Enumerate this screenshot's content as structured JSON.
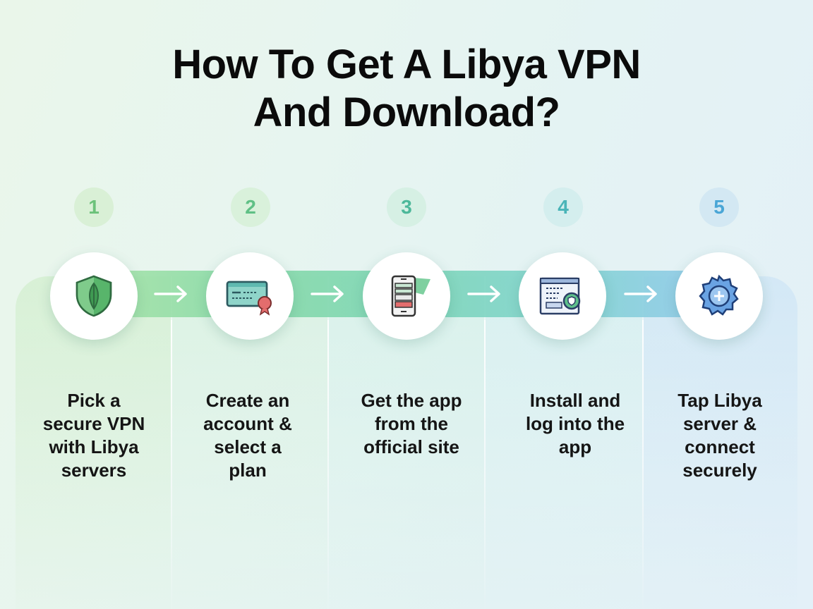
{
  "title": {
    "line1": "How To Get A Libya VPN",
    "line2": "And Download?"
  },
  "colors": {
    "green": "#4cae5e",
    "teal": "#3fb9a4",
    "blue": "#3f8fd6",
    "num_bg_1": "#d8f0d4",
    "num_bg_5": "#d3eaf5"
  },
  "steps": [
    {
      "number": "1",
      "icon": "shield-icon",
      "text": [
        "Pick a",
        "secure VPN",
        "with Libya",
        "servers"
      ]
    },
    {
      "number": "2",
      "icon": "account-card-icon",
      "text": [
        "Create an",
        "account &",
        "select a",
        "plan"
      ]
    },
    {
      "number": "3",
      "icon": "phone-download-icon",
      "text": [
        "Get the app",
        "from the",
        "official site"
      ]
    },
    {
      "number": "4",
      "icon": "install-screen-icon",
      "text": [
        "Install and",
        "log into the",
        "app"
      ]
    },
    {
      "number": "5",
      "icon": "server-gear-icon",
      "text": [
        "Tap Libya",
        "server &",
        "connect",
        "securely"
      ]
    }
  ],
  "arrows": [
    "arrow-right-icon",
    "arrow-right-icon",
    "arrow-right-icon",
    "arrow-right-icon"
  ]
}
